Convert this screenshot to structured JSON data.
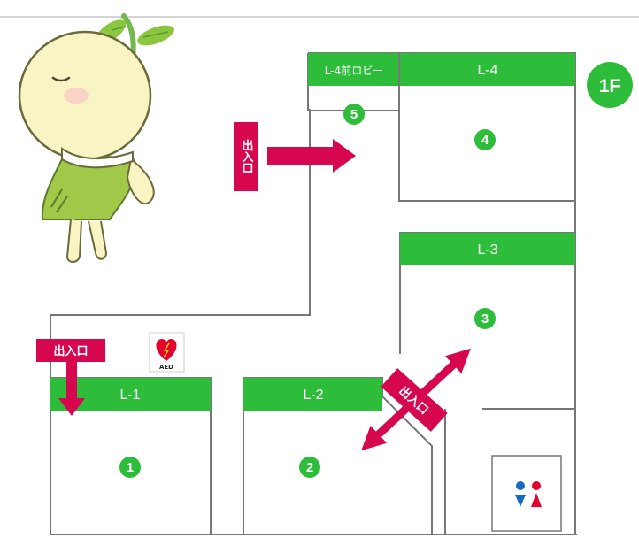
{
  "floor_label": "1F",
  "colors": {
    "room_header": "#2ebd3a",
    "entrance": "#d6064f",
    "wall": "#777777",
    "male": "#1469c7",
    "female": "#e6002d",
    "aed_heart": "#e6002d"
  },
  "rooms": [
    {
      "id": "L-1",
      "label": "L-1",
      "number": "1"
    },
    {
      "id": "L-2",
      "label": "L-2",
      "number": "2"
    },
    {
      "id": "L-3",
      "label": "L-3",
      "number": "3"
    },
    {
      "id": "L-4",
      "label": "L-4",
      "number": "4"
    },
    {
      "id": "L-4-lobby",
      "label": "L-4前ロビー",
      "number": "5"
    }
  ],
  "entrances": [
    {
      "id": "west",
      "label": "出入口",
      "orientation": "horizontal",
      "arrow": "down"
    },
    {
      "id": "north",
      "label": "出入口",
      "orientation": "vertical",
      "arrow": "right"
    },
    {
      "id": "diagonal",
      "label": "出入口",
      "orientation": "diagonal",
      "arrow": "both"
    }
  ],
  "aed": {
    "label": "AED",
    "icon": "aed-heart-icon"
  },
  "restroom": {
    "icon": "restroom-icon"
  },
  "mascot": {
    "icon": "sprout-mascot-icon"
  }
}
